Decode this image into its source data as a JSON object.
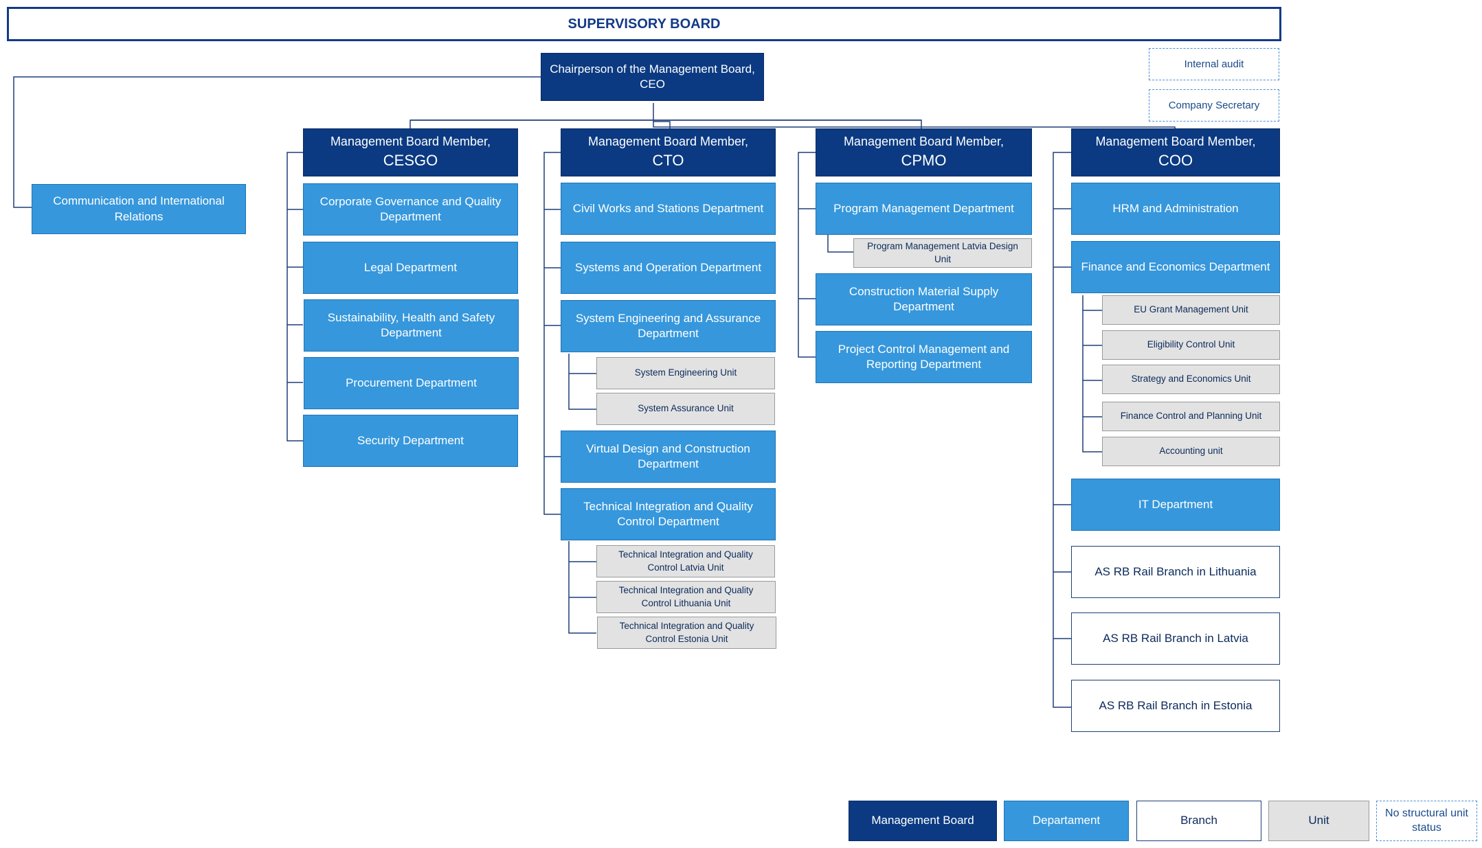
{
  "supervisory_board": "SUPERVISORY BOARD",
  "ceo": {
    "line1": "Chairperson of the Management Board,",
    "line2": "CEO"
  },
  "no_status_units": [
    "Internal audit",
    "Company Secretary"
  ],
  "communication": "Communication and International Relations",
  "columns": [
    {
      "key": "cesgo",
      "title": "Management Board Member,",
      "role": "CESGO",
      "departments": [
        "Corporate Governance and Quality Department",
        "Legal Department",
        "Sustainability,  Health and Safety Department",
        "Procurement Department",
        "Security Department"
      ]
    },
    {
      "key": "cto",
      "title": "Management Board Member,",
      "role": "CTO",
      "departments": [
        "Civil Works and Stations Department",
        "Systems and Operation Department",
        "System Engineering and Assurance Department",
        "Virtual Design and Construction Department",
        "Technical Integration and Quality Control Department"
      ],
      "units": [
        "System Engineering Unit",
        "System Assurance Unit",
        "Technical Integration and Quality Control Latvia Unit",
        "Technical Integration and Quality Control Lithuania Unit",
        "Technical Integration and Quality Control Estonia Unit"
      ]
    },
    {
      "key": "cpmo",
      "title": "Management Board Member,",
      "role": "CPMO",
      "departments": [
        "Program Management Department",
        "Construction Material Supply Department",
        "Project Control Management and Reporting Department"
      ],
      "units": [
        "Program Management Latvia Design Unit"
      ]
    },
    {
      "key": "coo",
      "title": "Management Board Member,",
      "role": "COO",
      "departments": [
        "HRM and Administration",
        "Finance and  Economics Department",
        "IT Department"
      ],
      "units": [
        "EU Grant Management Unit",
        "Eligibility Control Unit",
        "Strategy and Economics Unit",
        "Finance Control and Planning Unit",
        "Accounting unit"
      ],
      "branches": [
        "AS RB Rail Branch in Lithuania",
        "AS RB Rail Branch in Latvia",
        "AS RB Rail Branch in Estonia"
      ]
    }
  ],
  "legend": {
    "management_board": "Management Board",
    "department": "Departament",
    "branch": "Branch",
    "unit": "Unit",
    "no_status": "No structural unit status"
  },
  "colors": {
    "management_board": "#0b3a82",
    "department": "#3697dc",
    "unit": "#e2e2e2",
    "branch": "#ffffff",
    "connector": "#1f3f78"
  }
}
